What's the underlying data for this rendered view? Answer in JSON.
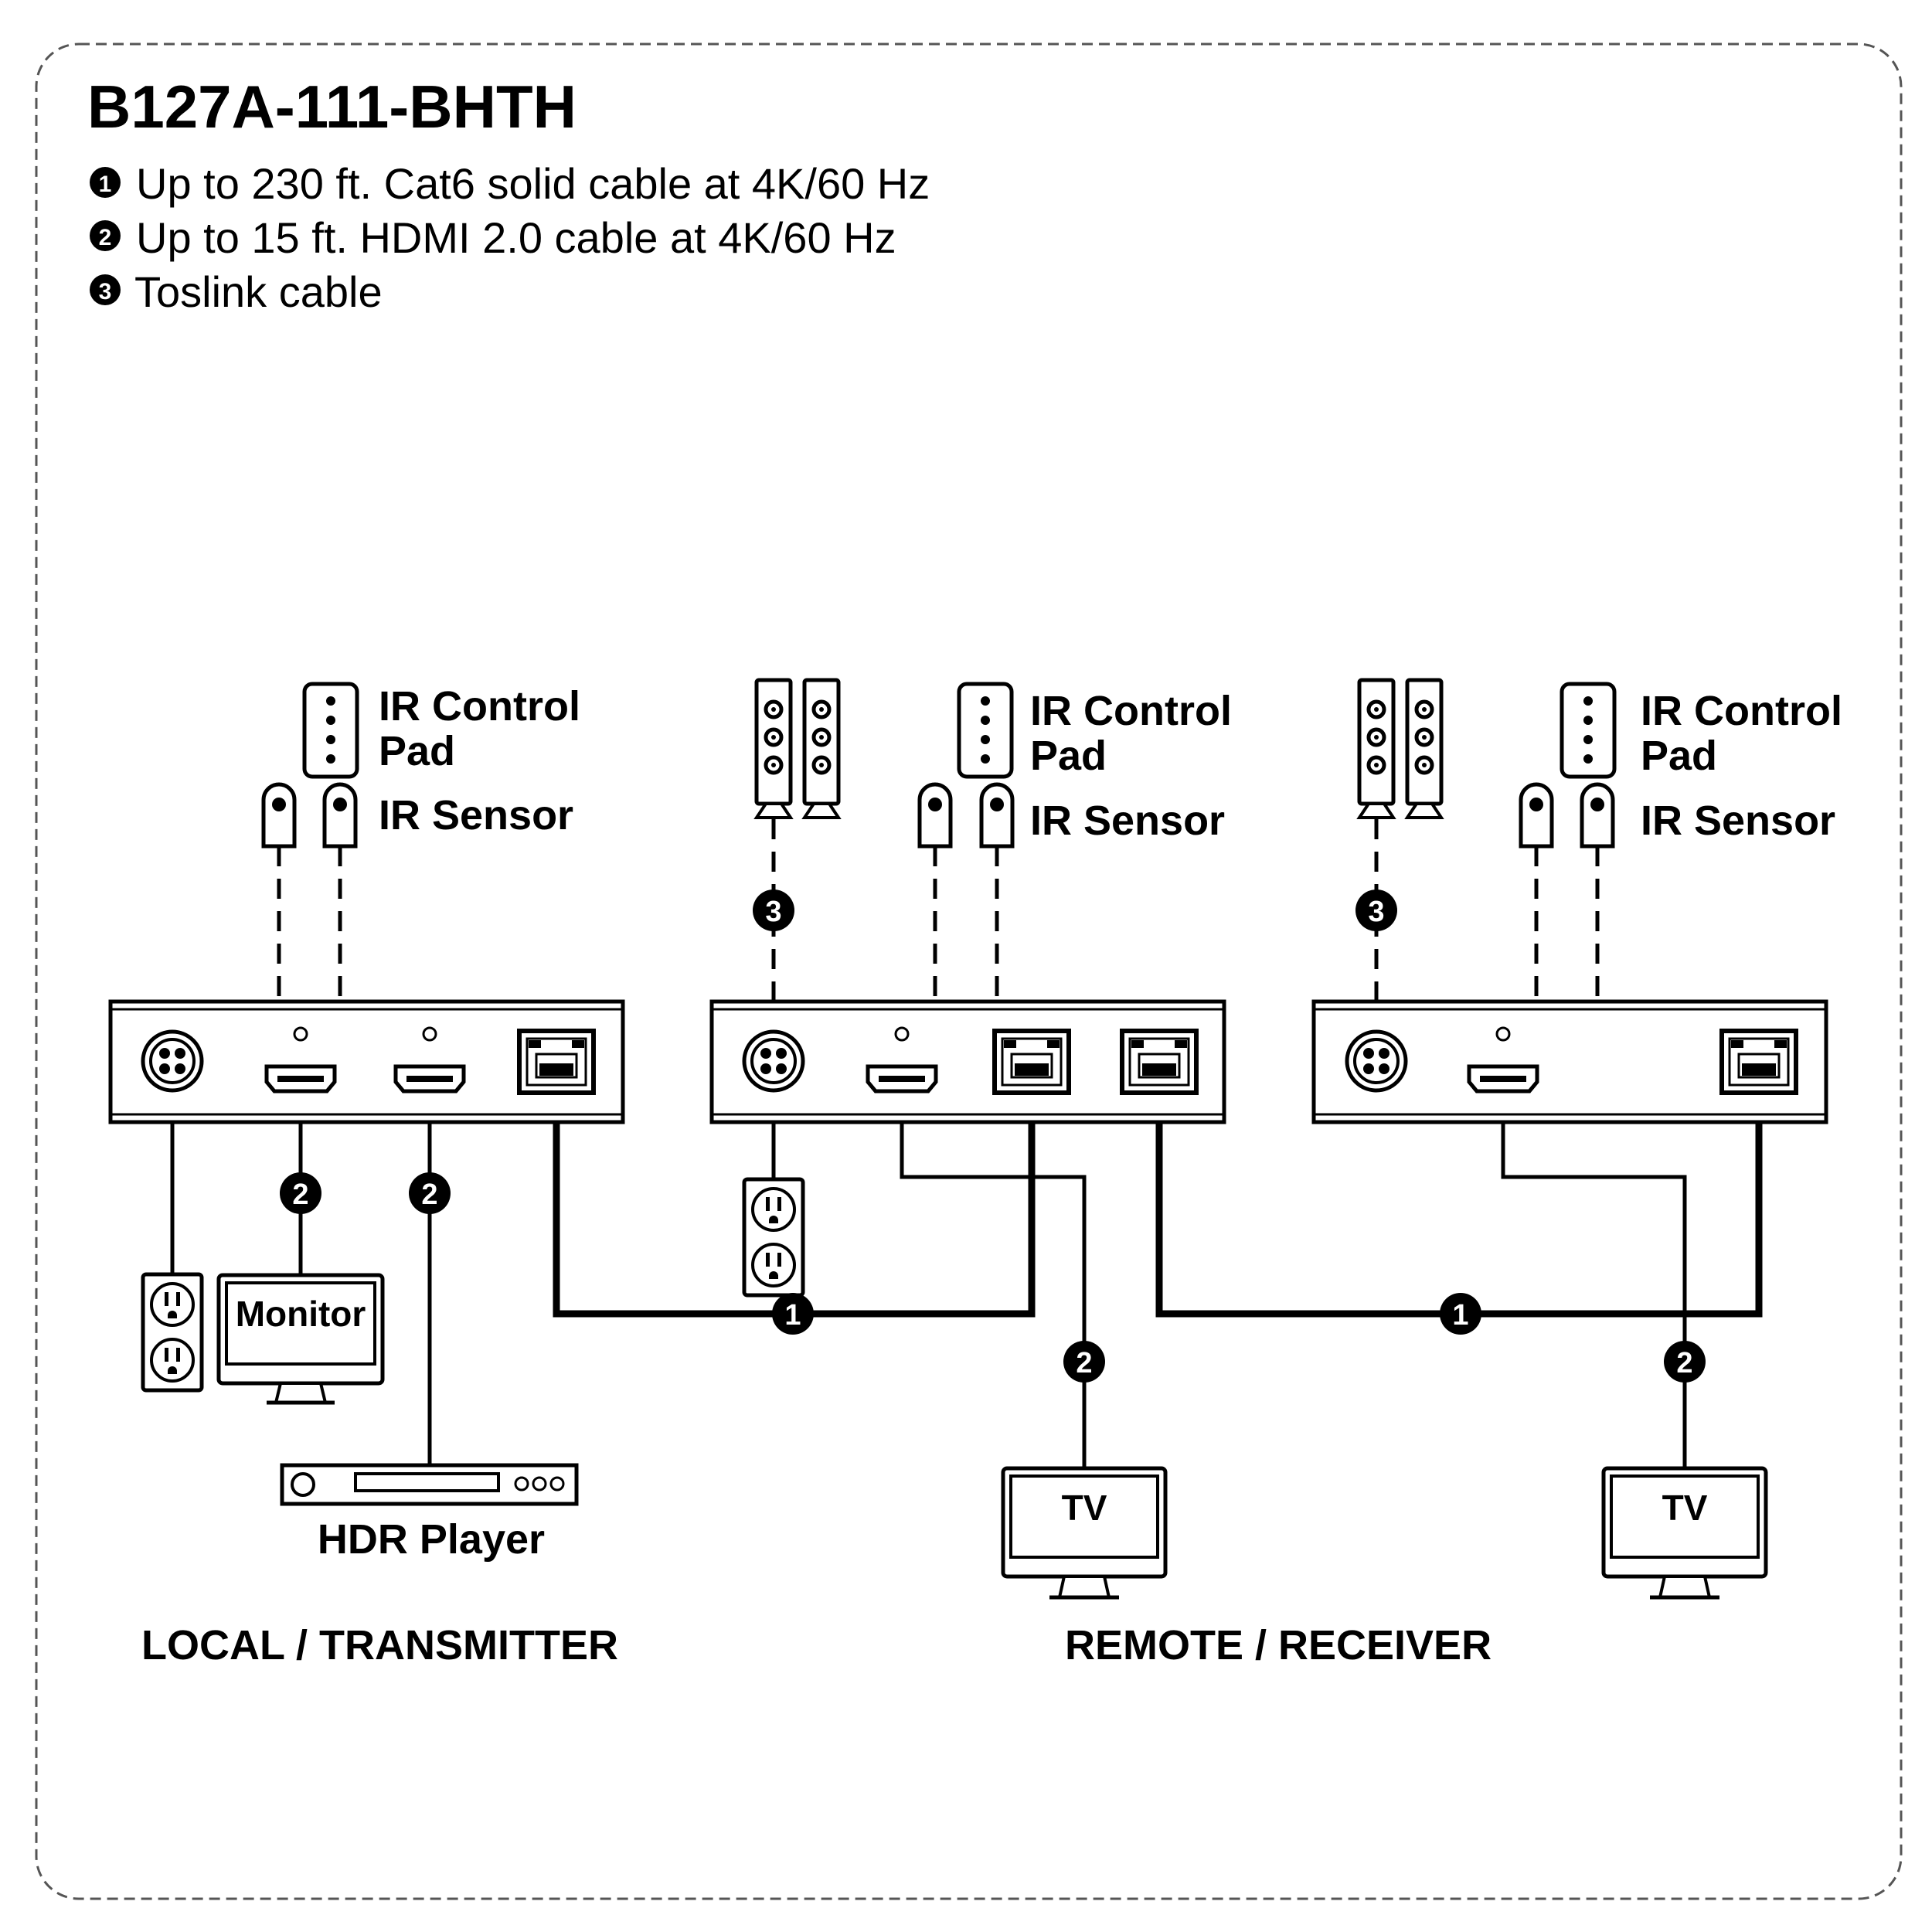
{
  "title": "B127A-111-BHTH",
  "legend": [
    {
      "marker": "1",
      "text": "Up to 230 ft. Cat6 solid cable at 4K/60 Hz"
    },
    {
      "marker": "2",
      "text": "Up to 15 ft. HDMI 2.0 cable at 4K/60 Hz"
    },
    {
      "marker": "3",
      "text": "Toslink cable"
    }
  ],
  "units": [
    {
      "ir_control_line1": "IR Control",
      "ir_control_line2": "Pad",
      "ir_sensor": "IR Sensor"
    },
    {
      "ir_control_line1": "IR Control",
      "ir_control_line2": "Pad",
      "ir_sensor": "IR Sensor"
    },
    {
      "ir_control_line1": "IR Control",
      "ir_control_line2": "Pad",
      "ir_sensor": "IR Sensor"
    }
  ],
  "devices": {
    "monitor": "Monitor",
    "hdr_player": "HDR Player",
    "tv_1": "TV",
    "tv_2": "TV"
  },
  "cable_markers": {
    "cat6": "1",
    "hdmi": "2",
    "toslink": "3"
  },
  "sections": {
    "local": "LOCAL / TRANSMITTER",
    "remote": "REMOTE / RECEIVER"
  }
}
